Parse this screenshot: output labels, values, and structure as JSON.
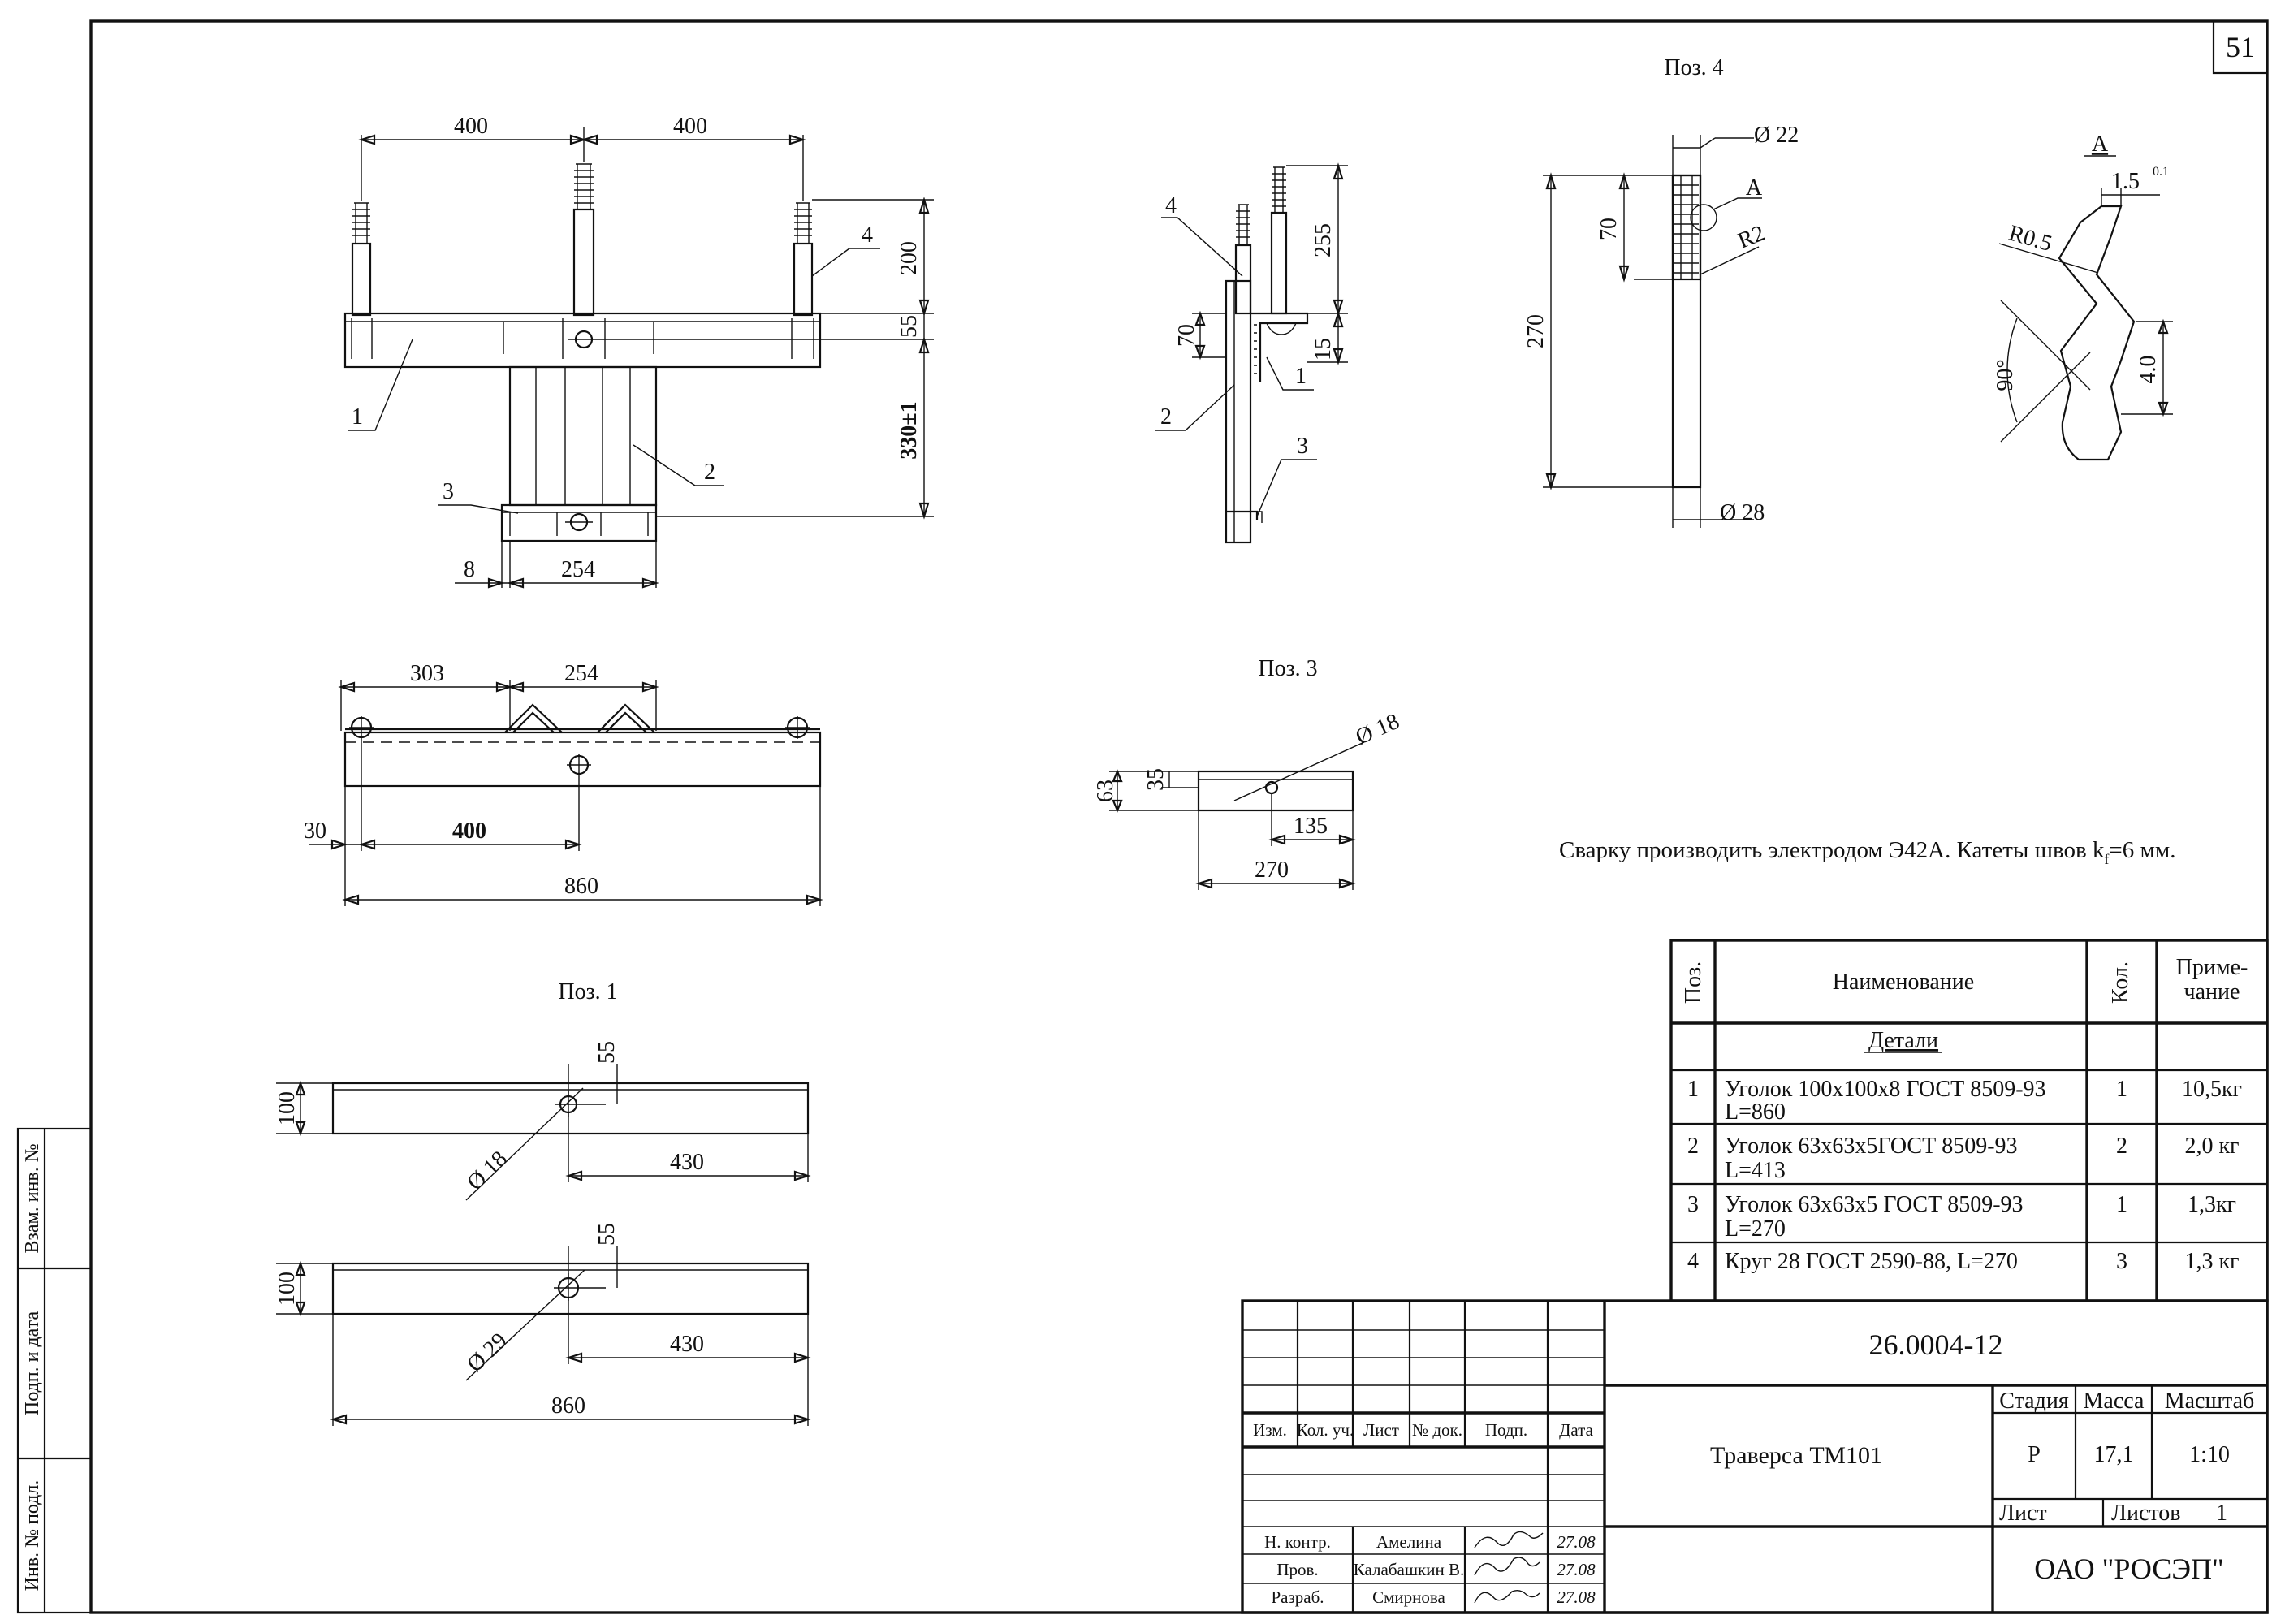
{
  "sheet_number": "51",
  "side_stamps": [
    "Взам. инв. №",
    "Подп. и дата",
    "Инв. № подл."
  ],
  "views": {
    "pos4_title": "Поз. 4",
    "pos3_title": "Поз. 3",
    "pos1_title": "Поз. 1",
    "detail_a": "А"
  },
  "callouts": [
    "1",
    "2",
    "3",
    "4"
  ],
  "dimensions": {
    "main_front": [
      "400",
      "400",
      "200",
      "55",
      "330±1",
      "8",
      "254"
    ],
    "side": [
      "255",
      "70",
      "15"
    ],
    "plan": [
      "303",
      "254",
      "30",
      "400",
      "860"
    ],
    "pos4": [
      "Ø 22",
      "70",
      "270",
      "R2",
      "Ø 28"
    ],
    "detail_a": [
      "1.5",
      "+0.1",
      "R0.5",
      "90°",
      "4.0"
    ],
    "pos3": [
      "Ø 18",
      "63",
      "35",
      "135",
      "270"
    ],
    "pos1_top": [
      "55",
      "100",
      "Ø 18",
      "430"
    ],
    "pos1_bottom": [
      "55",
      "100",
      "Ø 29",
      "430",
      "860"
    ]
  },
  "note": "Сварку производить электродом Э42А. Катеты швов k",
  "note_sub": "f",
  "note_tail": "=6 мм.",
  "spec_table": {
    "headers": [
      "Поз.",
      "Наименование",
      "Кол.",
      "Приме-",
      "чание"
    ],
    "group": "Детали",
    "rows": [
      {
        "pos": "1",
        "name1": "Уголок 100х100х8 ГОСТ 8509-93",
        "name2": "L=860",
        "qty": "1",
        "note": "10,5кг"
      },
      {
        "pos": "2",
        "name1": "Уголок 63х63х5ГОСТ 8509-93",
        "name2": "L=413",
        "qty": "2",
        "note": "2,0 кг"
      },
      {
        "pos": "3",
        "name1": "Уголок 63х63х5 ГОСТ 8509-93",
        "name2": "L=270",
        "qty": "1",
        "note": "1,3кг"
      },
      {
        "pos": "4",
        "name1": "Круг 28 ГОСТ 2590-88, L=270",
        "name2": "",
        "qty": "3",
        "note": "1,3 кг"
      }
    ]
  },
  "title_block": {
    "doc_code": "26.0004-12",
    "name": "Траверса ТМ101",
    "col_headers": [
      "Изм.",
      "Кол. уч.",
      "Лист",
      "№ док.",
      "Подп.",
      "Дата"
    ],
    "stage_label": "Стадия",
    "mass_label": "Масса",
    "scale_label": "Масштаб",
    "stage": "Р",
    "mass": "17,1",
    "scale": "1:10",
    "sheet_label": "Лист",
    "sheets_label": "Листов",
    "sheets_count": "1",
    "company": "ОАО \"РОСЭП\"",
    "signatures": [
      {
        "role": "Н. контр.",
        "name": "Амелина",
        "date": "27.08"
      },
      {
        "role": "Пров.",
        "name": "Калабашкин В.",
        "date": "27.08"
      },
      {
        "role": "Разраб.",
        "name": "Смирнова",
        "date": "27.08"
      }
    ]
  }
}
